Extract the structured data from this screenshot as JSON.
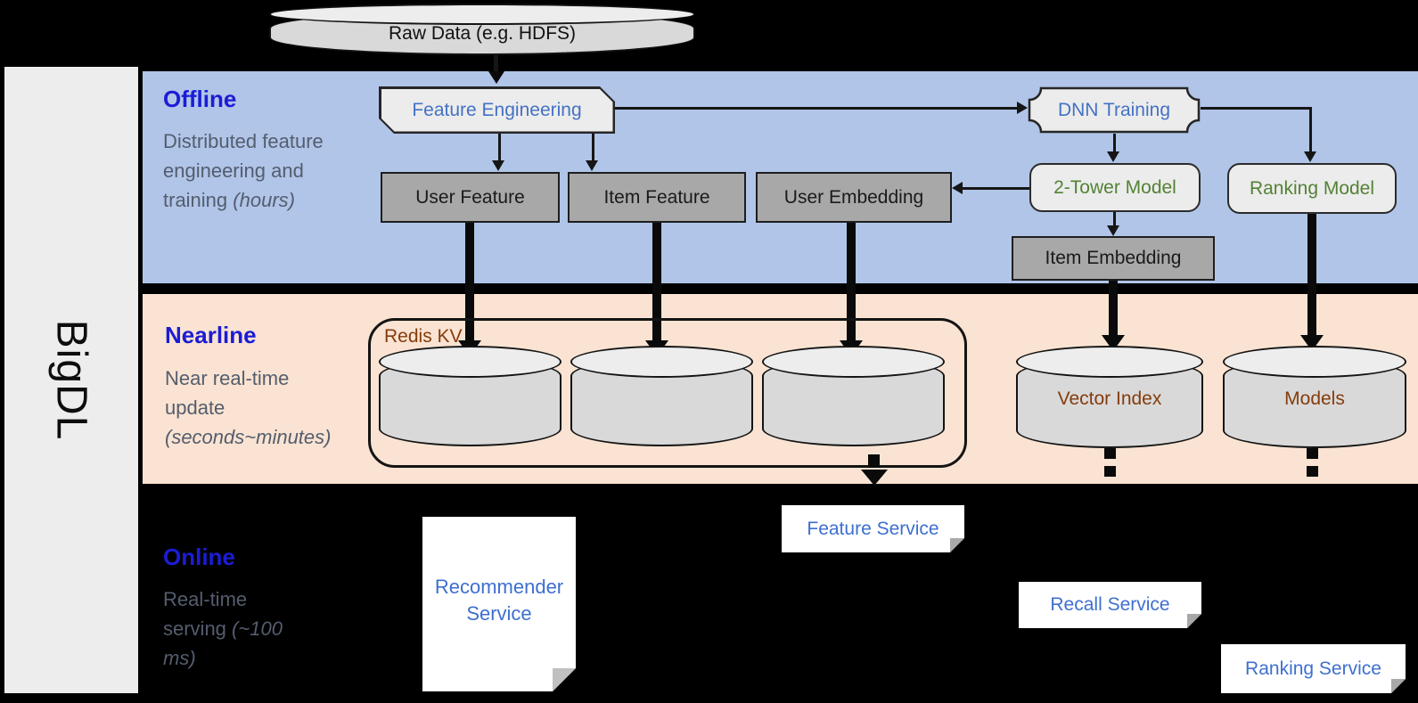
{
  "sidebar": {
    "brand": "BigDL"
  },
  "source": {
    "label": "Raw Data (e.g. HDFS)"
  },
  "offline": {
    "heading": "Offline",
    "description": "Distributed feature engineering and training ",
    "description_note": "(hours)",
    "nodes": {
      "feature_engineering": "Feature Engineering",
      "dnn_training": "DNN Training",
      "user_feature": "User Feature",
      "item_feature": "Item Feature",
      "user_embedding": "User Embedding",
      "two_tower_model": "2-Tower Model",
      "ranking_model": "Ranking Model",
      "item_embedding": "Item Embedding"
    }
  },
  "nearline": {
    "heading": "Nearline",
    "description": "Near real-time update ",
    "description_note": "(seconds~minutes)",
    "nodes": {
      "redis_kv": "Redis KV",
      "vector_index": "Vector Index",
      "models": "Models"
    }
  },
  "online": {
    "heading": "Online",
    "description": "Real-time serving ",
    "description_note": "(~100 ms)",
    "nodes": {
      "recommender_service": "Recommender Service",
      "feature_service": "Feature Service",
      "recall_service": "Recall Service",
      "ranking_service": "Ranking Service"
    }
  },
  "colors": {
    "offline_bg": "#B0C5E8",
    "nearline_bg": "#FAE3D2",
    "online_bg": "#000000",
    "sidebar_bg": "#EDEDED",
    "heading_blue": "#1C1CD6",
    "node_text_blue": "#4472C4",
    "model_text_green": "#548235",
    "storage_text_brown": "#843C0C",
    "service_text_blue": "#3E6FD0",
    "description_gray": "#545D6E",
    "gray_box": "#A8A8A8",
    "shape_gray": "#ECECEC",
    "cylinder_gray": "#D9D9D9"
  }
}
